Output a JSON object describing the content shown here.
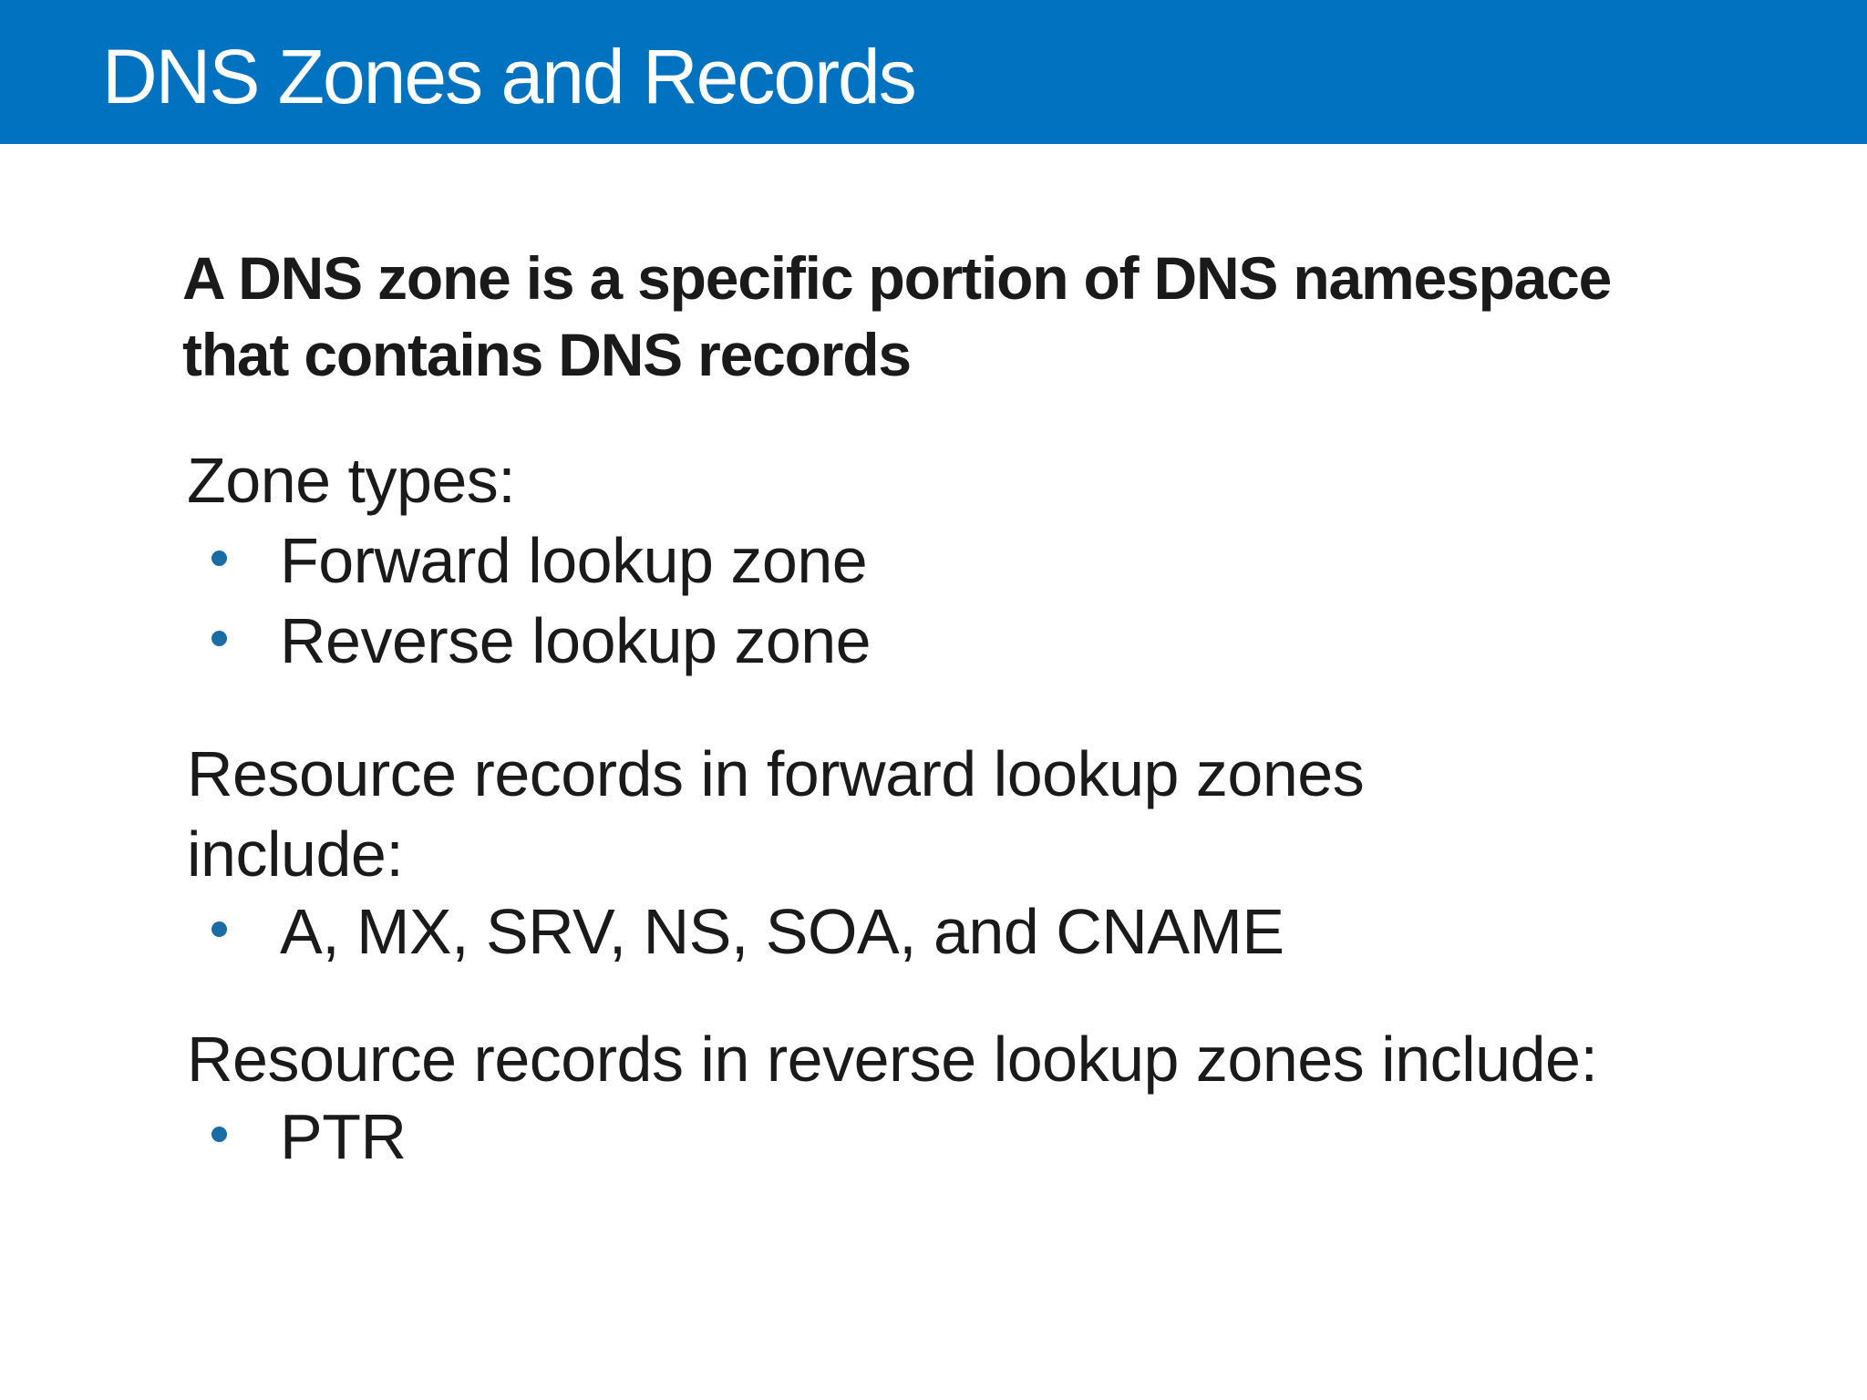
{
  "slide": {
    "title": "DNS Zones and Records",
    "intro": {
      "lines": [
        "A DNS zone is a specific portion of DNS namespace",
        "that contains DNS records"
      ]
    },
    "sections": [
      {
        "header_lines": [
          "Zone types:"
        ],
        "bullets": [
          "Forward lookup zone",
          "Reverse lookup zone"
        ]
      },
      {
        "header_lines": [
          "Resource records in forward lookup zones",
          "include:"
        ],
        "bullets": [
          "A, MX, SRV, NS, SOA, and CNAME"
        ]
      },
      {
        "header_lines": [
          "Resource records in reverse lookup zones include:"
        ],
        "bullets": [
          "PTR"
        ]
      }
    ],
    "colors": {
      "header_bg": "#0072C0",
      "title_text": "#FFFFFF",
      "body_text": "#1A1A1A",
      "bullet_dot": "#1B6CA3",
      "background": "#FFFFFF"
    }
  }
}
